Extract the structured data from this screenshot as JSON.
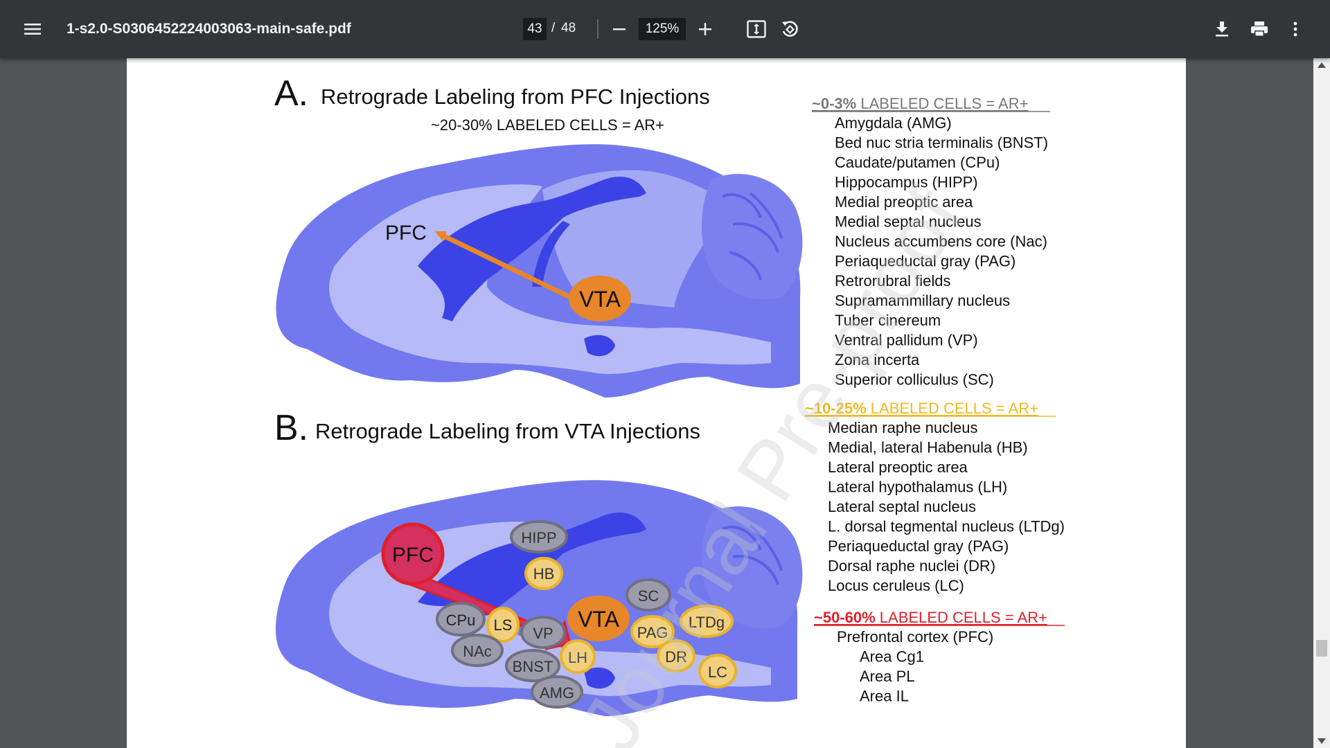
{
  "toolbar": {
    "title": "1-s2.0-S0306452224003063-main-safe.pdf",
    "page_current": "43",
    "page_separator": "/",
    "page_total": "48",
    "zoom": "125%"
  },
  "figure": {
    "panel_a": {
      "letter": "A.",
      "title": "Retrograde Labeling from PFC Injections",
      "subtitle": "~20-30% LABELED CELLS =  AR+",
      "label_pfc": "PFC",
      "label_vta": "VTA"
    },
    "panel_b": {
      "letter": "B.",
      "title": "Retrograde Labeling from VTA Injections",
      "label_pfc": "PFC",
      "label_vta": "VTA",
      "regions": [
        "HIPP",
        "HB",
        "SC",
        "CPu",
        "LS",
        "VP",
        "PAG",
        "LTDg",
        "NAc",
        "LH",
        "DR",
        "BNST",
        "LC",
        "AMG"
      ]
    },
    "group_low": {
      "header_bold": "~0-3%",
      "header_rest": " LABELED CELLS =  AR+",
      "color": "#777777",
      "items": [
        "Amygdala  (AMG)",
        "Bed nuc stria terminalis (BNST)",
        "Caudate/putamen (CPu)",
        "Hippocampus (HIPP)",
        "Medial preoptic area",
        "Medial septal nucleus",
        "Nucleus accumbens core (Nac)",
        "Periaqueductal gray (PAG)",
        "Retrorubral fields",
        "Supramammillary nucleus",
        "Tuber cinereum",
        "Ventral pallidum  (VP)",
        "Zona incerta",
        "Superior colliculus (SC)"
      ]
    },
    "group_mid": {
      "header_bold": "~10-25%",
      "header_rest": " LABELED CELLS = AR+",
      "color": "#f0b91e",
      "items": [
        "Median raphe nucleus",
        "Medial, lateral  Habenula  (HB)",
        "Lateral preoptic area",
        "Lateral hypothalamus (LH)",
        "Lateral septal nucleus",
        "L. dorsal tegmental nucleus (LTDg)",
        "Periaqueductal gray (PAG)",
        "Dorsal raphe nuclei (DR)",
        "Locus ceruleus (LC)"
      ]
    },
    "group_high": {
      "header_bold": "~50-60%",
      "header_rest": " LABELED CELLS = AR+",
      "color": "#e0202a",
      "items": [
        "Prefrontal cortex (PFC)",
        "Area Cg1",
        "Area PL",
        "Area IL"
      ]
    },
    "colors": {
      "brain_dark": "#7279ee",
      "brain_light": "#b6baf7",
      "brain_deep": "#3b43e6",
      "vta_orange": "#e8862a",
      "pfc_red": "#d43060",
      "gray_region": "#9b9bab",
      "yellow_region": "#f1cf7d"
    },
    "watermark": "Journal Pre-proof"
  }
}
